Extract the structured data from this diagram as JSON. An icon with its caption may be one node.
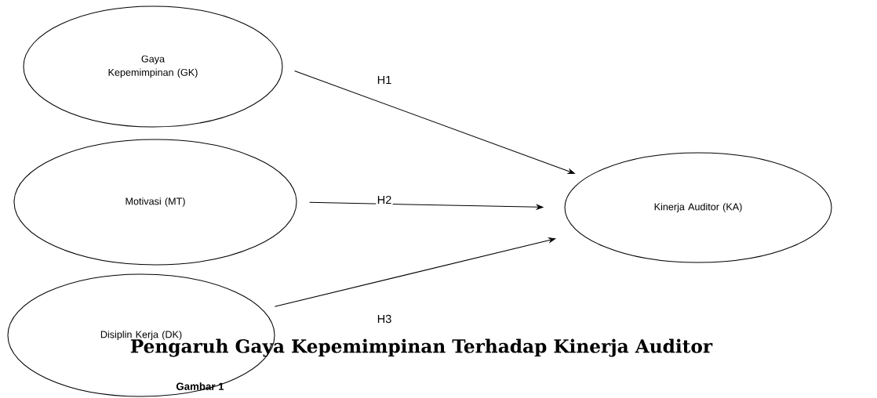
{
  "diagram": {
    "nodes": [
      {
        "text": [
          "Gaya Kepemimpinan (GK)"
        ]
      },
      {
        "text": [
          "Motivasi (MT)"
        ]
      },
      {
        "text": [
          "Disiplin Kerja (DK)"
        ]
      },
      {
        "text": [
          "Kinerja Auditor (KA)"
        ]
      }
    ],
    "edges": [
      {
        "from": 0,
        "to": 3,
        "arrow": "to",
        "label": "H1"
      },
      {
        "from": 1,
        "to": 3,
        "arrow": "to",
        "label": "H2"
      },
      {
        "from": 2,
        "to": 3,
        "arrow": "to",
        "label": "H3"
      }
    ],
    "labels": [
      "Pengaruh Gaya Kepemimpinan Terhadap Kinerja Auditor",
      "Gambar 1"
    ]
  }
}
